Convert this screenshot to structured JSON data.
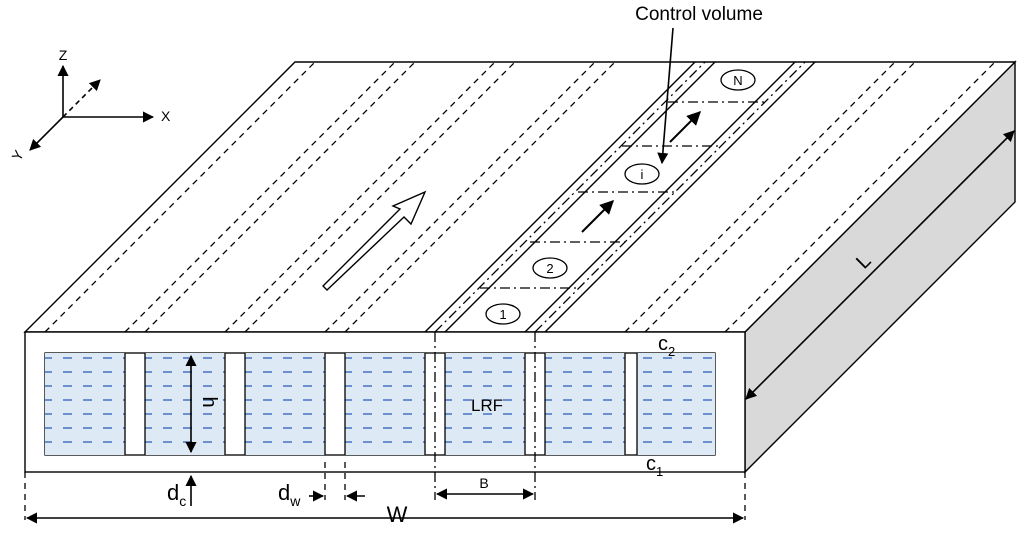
{
  "labels": {
    "control_volume": "Control volume",
    "axis_z": "Z",
    "axis_x": "X",
    "axis_y": "Y",
    "node_N": "N",
    "node_i": "i",
    "node_2": "2",
    "node_1": "1",
    "L": "L",
    "c2_base": "c",
    "c2_sub": "2",
    "c1_base": "c",
    "c1_sub": "1",
    "h": "h",
    "LRF": "LRF",
    "dc_base": "d",
    "dc_sub": "c",
    "dw_base": "d",
    "dw_sub": "w",
    "B": "B",
    "W": "W"
  },
  "colors": {
    "fluid_fill": "#dde9f5",
    "fluid_dash": "#4f79c4",
    "side_face": "#d9d9d9",
    "line": "#000000"
  }
}
